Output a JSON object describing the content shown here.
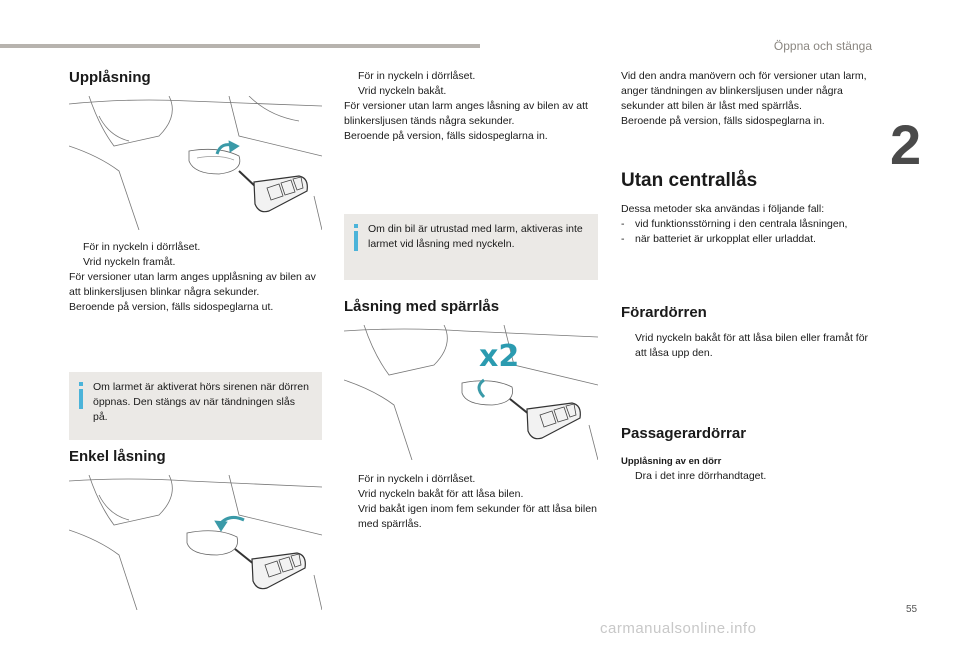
{
  "header": {
    "chapter_title": "Öppna och stänga",
    "chapter_number": "2"
  },
  "footer": {
    "page_number": "55",
    "watermark": "carmanualsonline.info"
  },
  "col1": {
    "h_unlock": "Upplåsning",
    "unlock_b1": "För in nyckeln i dörrlåset.",
    "unlock_b2": "Vrid nyckeln framåt.",
    "unlock_p1": "För versioner utan larm anges upplåsning av bilen av att blinkersljusen blinkar några sekunder.",
    "unlock_p2": "Beroende på version, fälls sidospeglarna ut.",
    "note1": "Om larmet är aktiverat hörs sirenen när dörren öppnas. Den stängs av när tändningen slås på.",
    "h_simple_lock": "Enkel låsning"
  },
  "col2": {
    "lock_b1": "För in nyckeln i dörrlåset.",
    "lock_b2": "Vrid nyckeln bakåt.",
    "lock_p1": "För versioner utan larm anges låsning av bilen av att blinkersljusen tänds några sekunder.",
    "lock_p2": "Beroende på version, fälls sidospeglarna in.",
    "note2": "Om din bil är utrustad med larm, aktiveras inte larmet vid låsning med nyckeln.",
    "h_deadlock": "Låsning med spärrlås",
    "x2_label": "x2",
    "dl_b1": "För in nyckeln i dörrlåset.",
    "dl_b2": "Vrid nyckeln bakåt för att låsa bilen.",
    "dl_b3": "Vrid bakåt igen inom fem sekunder för att låsa bilen med spärrlås."
  },
  "col3": {
    "p_second": "Vid den andra manövern och för versioner utan larm, anger tändningen av blinkersljusen under några sekunder att bilen är låst med spärrlås.",
    "p_second2": "Beroende på version, fälls sidospeglarna in.",
    "h_no_central": "Utan centrallås",
    "intro": "Dessa metoder ska användas i följande fall:",
    "case1": "vid funktionsstörning i den centrala låsningen,",
    "case2": "när batteriet är urkopplat eller urladdat.",
    "h_driver": "Förardörren",
    "driver_b1": "Vrid nyckeln bakåt för att låsa bilen eller framåt för att låsa upp den.",
    "h_passenger": "Passagerardörrar",
    "sub_unlock_one": "Upplåsning av en dörr",
    "pass_b1": "Dra i det inre dörrhandtaget."
  },
  "symbols": {
    "bullet": "",
    "dash": "-"
  },
  "colors": {
    "info_blue": "#4bb3d9",
    "arrow_teal": "#3a9aa8",
    "note_bg": "#ebe9e6",
    "x2_teal": "#2b9bb0"
  }
}
